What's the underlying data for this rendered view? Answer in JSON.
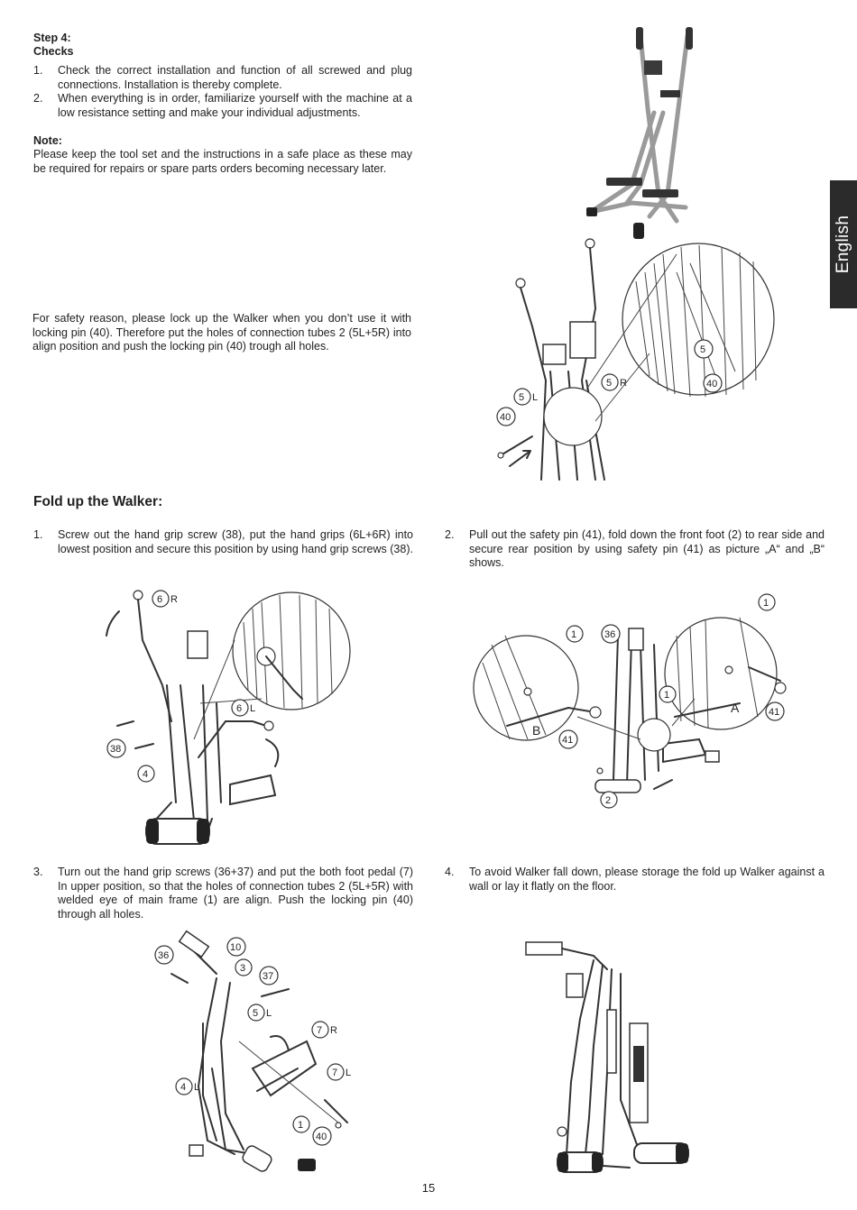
{
  "step4": {
    "heading": "Step 4:",
    "subheading": "Checks",
    "items": [
      {
        "num": "1.",
        "text": "Check the correct installation and function of all screwed and plug connections. Installation is thereby complete."
      },
      {
        "num": "2.",
        "text": "When everything is in order, familiarize yourself with the machine at a low resistance setting and make your individual adjustments."
      }
    ],
    "note_label": "Note:",
    "note_text": "Please keep the tool set and the instructions in a safe place as these may be required for repairs or spare parts orders becoming necessary later."
  },
  "safety": {
    "text": "For safety reason, please lock up the Walker when you don’t use it with locking pin (40). Therefore put the holes of connection tubes 2 (5L+5R) into align position and push the locking pin (40) trough all holes."
  },
  "side_tab": {
    "label": "English"
  },
  "fold": {
    "title": "Fold up the Walker:",
    "steps": [
      {
        "num": "1.",
        "text": "Screw out the hand grip screw (38), put the hand grips (6L+6R) into lowest position and secure this position by using hand grip screws (38)."
      },
      {
        "num": "2.",
        "text": "Pull out the safety pin (41), fold down the front foot (2) to rear side and secure rear position by using safety pin (41) as picture „A“ and „B“ shows."
      },
      {
        "num": "3.",
        "text": "Turn out the hand grip screws (36+37) and put the both foot pedal (7) In upper position, so that the holes of connection tubes 2 (5L+5R) with welded eye of main frame (1) are align. Push the locking pin (40) through all holes."
      },
      {
        "num": "4.",
        "text": "To avoid Walker fall down, please storage the fold up Walker against a wall or lay it flatly on the floor."
      }
    ]
  },
  "figures": {
    "lock": {
      "labels": [
        "5",
        "L",
        "40",
        "5",
        "R",
        "5",
        "40"
      ]
    },
    "fig1": {
      "labels": [
        "6",
        "R",
        "6",
        "L",
        "38",
        "4"
      ]
    },
    "fig2": {
      "labels": [
        "1",
        "36",
        "1",
        "1",
        "41",
        "41",
        "2",
        "A",
        "B"
      ]
    },
    "fig3": {
      "labels": [
        "36",
        "10",
        "3",
        "37",
        "5",
        "L",
        "7",
        "R",
        "7",
        "L",
        "4",
        "L",
        "1",
        "40"
      ]
    }
  },
  "page_number": "15"
}
